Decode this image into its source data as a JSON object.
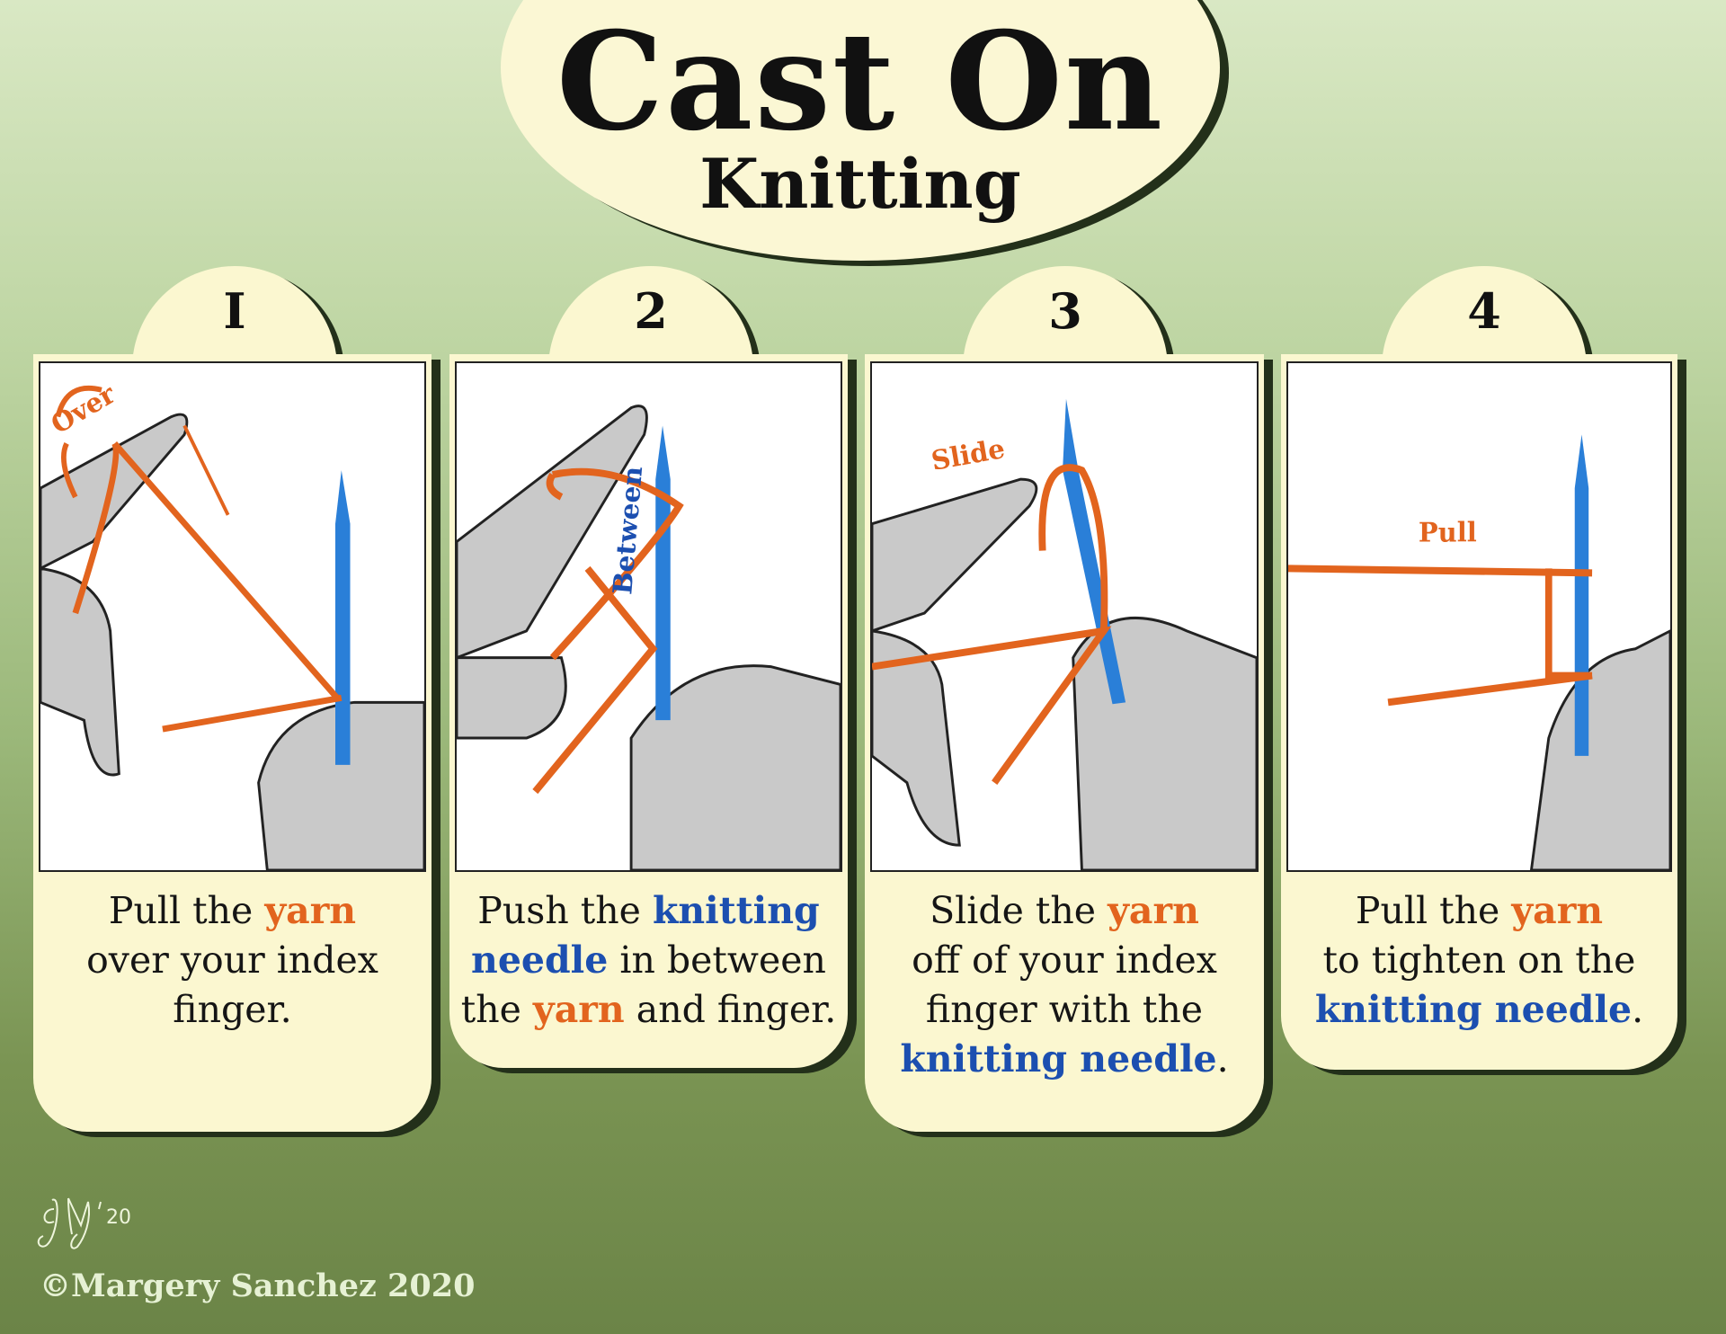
{
  "title": {
    "main": "Cast On",
    "sub": "Knitting"
  },
  "colors": {
    "yarn": "#e2641e",
    "needle": "#1c4fb0",
    "card": "#fbf7d0"
  },
  "steps": [
    {
      "number": "I",
      "arrow_label": "Over",
      "lines": [
        [
          {
            "t": "Pull the ",
            "c": ""
          },
          {
            "t": "yarn",
            "c": "o"
          }
        ],
        [
          {
            "t": "over your index",
            "c": ""
          }
        ],
        [
          {
            "t": "finger.",
            "c": ""
          }
        ]
      ]
    },
    {
      "number": "2",
      "arrow_label": "Between",
      "lines": [
        [
          {
            "t": "Push the ",
            "c": ""
          },
          {
            "t": "knitting",
            "c": "b"
          }
        ],
        [
          {
            "t": "needle",
            "c": "b"
          },
          {
            "t": " in between",
            "c": ""
          }
        ],
        [
          {
            "t": "the ",
            "c": ""
          },
          {
            "t": "yarn",
            "c": "o"
          },
          {
            "t": " and finger.",
            "c": ""
          }
        ]
      ]
    },
    {
      "number": "3",
      "arrow_label": "Slide",
      "lines": [
        [
          {
            "t": "Slide the ",
            "c": ""
          },
          {
            "t": "yarn",
            "c": "o"
          }
        ],
        [
          {
            "t": "off of your index",
            "c": ""
          }
        ],
        [
          {
            "t": "finger with the",
            "c": ""
          }
        ],
        [
          {
            "t": "knitting needle",
            "c": "b"
          },
          {
            "t": ".",
            "c": ""
          }
        ]
      ]
    },
    {
      "number": "4",
      "arrow_label": "Pull",
      "lines": [
        [
          {
            "t": "Pull the ",
            "c": ""
          },
          {
            "t": "yarn",
            "c": "o"
          }
        ],
        [
          {
            "t": "to tighten on the",
            "c": ""
          }
        ],
        [
          {
            "t": "knitting needle",
            "c": "b"
          },
          {
            "t": ".",
            "c": ""
          }
        ]
      ]
    }
  ],
  "signature": "MS '20",
  "copyright": "©Margery Sanchez 2020"
}
